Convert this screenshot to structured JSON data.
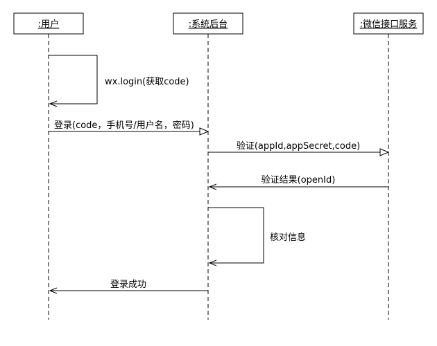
{
  "participants": {
    "user": ":用户",
    "backend": ":系统后台",
    "wechat": ":微信接口服务"
  },
  "messages": {
    "wx_login": "wx.login(获取code)",
    "login": "登录(code，手机号/用户名，密码)",
    "verify": "验证(appId,appSecret,code)",
    "verify_result": "验证结果(openId)",
    "check_info": "核对信息",
    "login_success": "登录成功"
  }
}
